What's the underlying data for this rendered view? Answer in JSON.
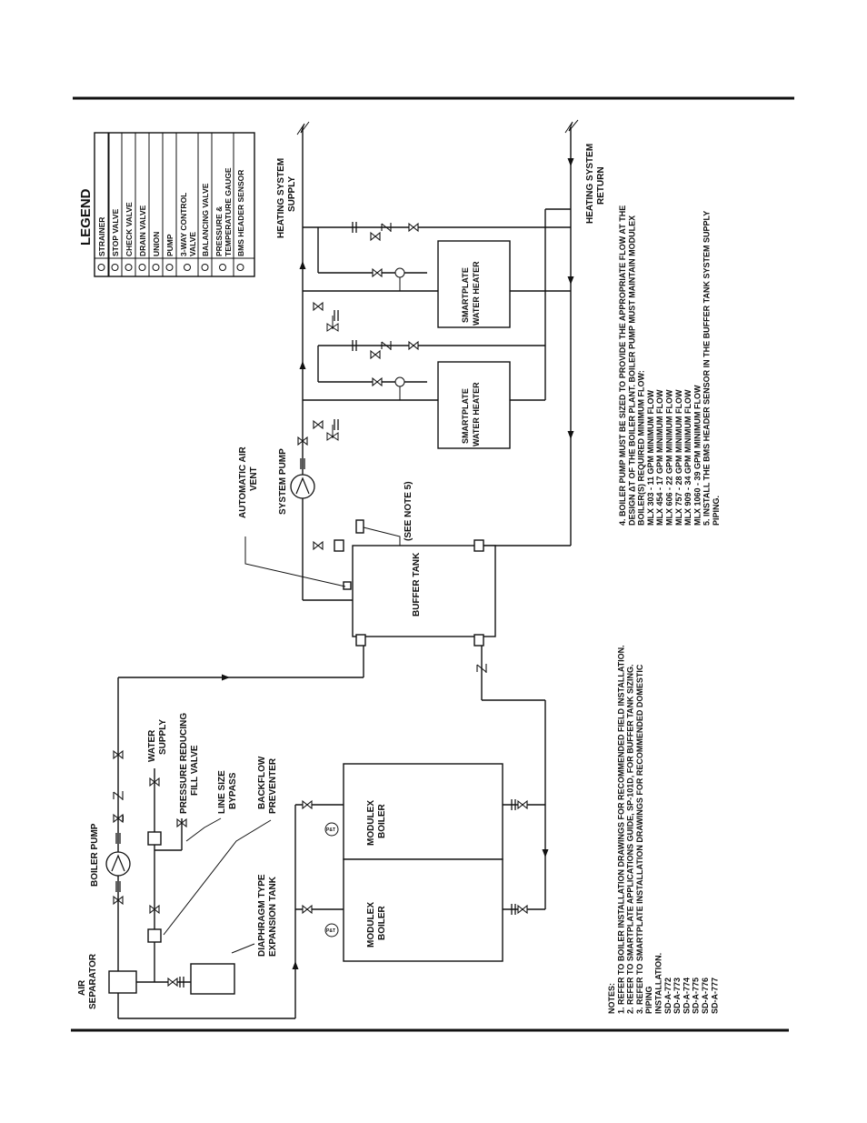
{
  "legend": {
    "title": "LEGEND",
    "items": [
      {
        "icon": "strainer-icon",
        "label": "STRAINER"
      },
      {
        "icon": "stop-valve-icon",
        "label": "STOP VALVE"
      },
      {
        "icon": "check-valve-icon",
        "label": "CHECK VALVE"
      },
      {
        "icon": "drain-valve-icon",
        "label": "DRAIN VALVE"
      },
      {
        "icon": "union-icon",
        "label": "UNION"
      },
      {
        "icon": "pump-icon",
        "label": "PUMP"
      },
      {
        "icon": "three-way-valve-icon",
        "label": [
          "3-WAY CONTROL",
          "VALVE"
        ]
      },
      {
        "icon": "balancing-valve-icon",
        "label": "BALANCING VALVE"
      },
      {
        "icon": "pt-gauge-icon",
        "label": [
          "PRESSURE &",
          "TEMPERATURE GAUGE"
        ]
      },
      {
        "icon": "bms-sensor-icon",
        "label": "BMS HEADER SENSOR"
      }
    ]
  },
  "labels": {
    "heating_supply": [
      "HEATING SYSTEM",
      "SUPPLY"
    ],
    "heating_return": [
      "HEATING SYSTEM",
      "RETURN"
    ],
    "water_heater_1": [
      "SMARTPLATE",
      "WATER HEATER"
    ],
    "water_heater_2": [
      "SMARTPLATE",
      "WATER HEATER"
    ],
    "auto_air_vent": [
      "AUTOMATIC AIR",
      "VENT"
    ],
    "system_pump": "SYSTEM PUMP",
    "see_note": "(SEE NOTE 5)",
    "buffer_tank": "BUFFER TANK",
    "water_supply": [
      "WATER",
      "SUPPLY"
    ],
    "prv": [
      "PRESSURE REDUCING",
      "FILL VALVE"
    ],
    "bypass": [
      "LINE SIZE",
      "BYPASS"
    ],
    "backflow": [
      "BACKFLOW",
      "PREVENTER"
    ],
    "boiler_pump": "BOILER PUMP",
    "expansion_tank": [
      "DIAPHRAGM TYPE",
      "EXPANSION TANK"
    ],
    "air_separator": [
      "AIR",
      "SEPARATOR"
    ],
    "boiler_1": [
      "MODULEX",
      "BOILER"
    ],
    "boiler_2": [
      "MODULEX",
      "BOILER"
    ],
    "pt": "P&T"
  },
  "notes_left": [
    "NOTES:",
    "1. REFER TO BOILER INSTALLATION DRAWINGS FOR RECOMMENDED FIELD INSTALLATION.",
    "2. REFER TO SMARTPLATE APPLICATIONS GUIDE, SP-101D, FOR BUFFER TANK SIZING.",
    "3. REFER TO SMARTPLATE INSTALLATION DRAWINGS FOR RECOMMENDED DOMESTIC",
    "    PIPING",
    "    INSTALLATION.",
    "          SD-A-772",
    "          SD-A-773",
    "          SD-A-774",
    "          SD-A-775",
    "          SD-A-776",
    "          SD-A-777"
  ],
  "notes_right": [
    "4. BOILER PUMP MUST BE SIZED TO PROVIDE THE APPROPRIATE FLOW AT THE",
    "    DESIGN ΔT OF THE BOILER PLANT. BOILER PUMP MUST MAINTAIN MODULEX",
    "    BOILER(S) REQUIRED MINIMUM FLOW:",
    "          MLX 303 - 11 GPM MINIMUM FLOW",
    "          MLX 454 - 17 GPM MINIMUM FLOW",
    "          MLX 606 - 22 GPM MINIMUM FLOW",
    "          MLX 757 - 28 GPM MINIMUM FLOW",
    "          MLX 909 - 34 GPM MINIMUM FLOW",
    "          MLX 1060 - 39 GPM MINIMUM FLOW",
    "5. INSTALL THE BMS HEADER SENSOR IN THE BUFFER TANK SYSTEM SUPPLY",
    "    PIPING."
  ]
}
